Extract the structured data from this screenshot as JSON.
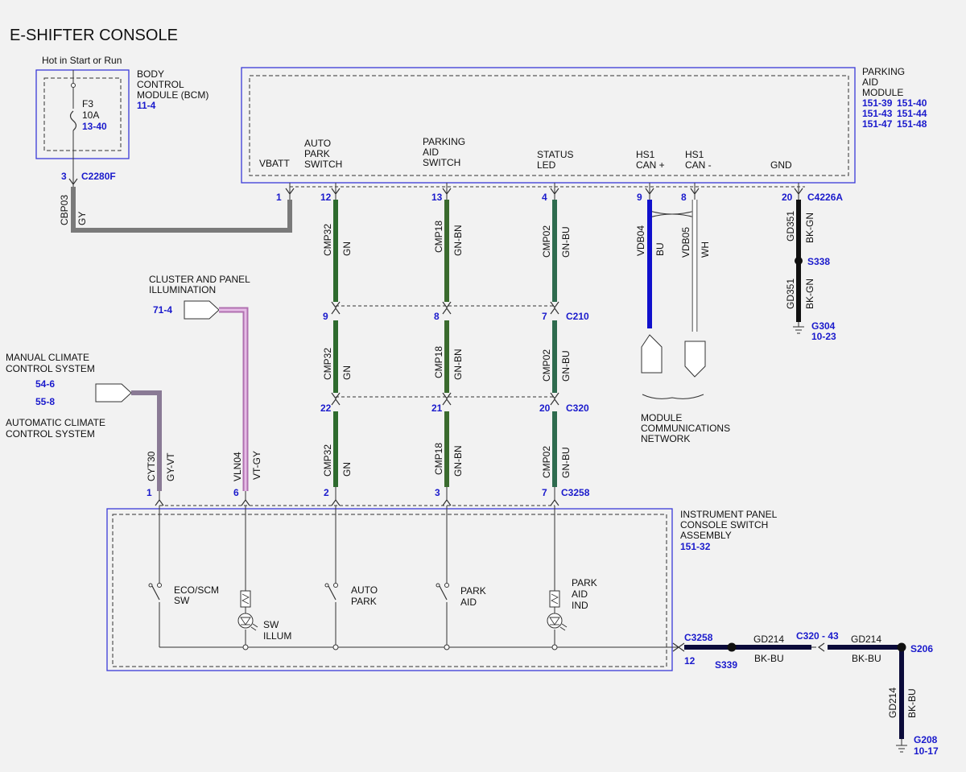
{
  "title": "E-SHIFTER CONSOLE",
  "colors": {
    "box_blue": "#3a3ad8",
    "ref_blue": "#1a1acc",
    "wire_gy": "#7a7a7a",
    "wire_gn": "#2e6b2e",
    "wire_bu": "#1010cc",
    "wire_wh": "#ffffff",
    "wire_bk": "#111111",
    "wire_vt_gy": "#d9a3d9",
    "wire_gy_vt": "#8a7a95",
    "wire_bk_bu": "#0b0b3a"
  },
  "bcm": {
    "hot_label": "Hot in Start or Run",
    "name_lines": [
      "BODY",
      "CONTROL",
      "MODULE (BCM)"
    ],
    "ref": "11-4",
    "fuse": {
      "name": "F3",
      "rating": "10A",
      "ref": "13-40"
    },
    "connector": {
      "pin": "3",
      "name": "C2280F"
    },
    "wire": {
      "circuit": "CBP03",
      "color": "GY"
    }
  },
  "pam": {
    "name_lines": [
      "PARKING",
      "AID",
      "MODULE"
    ],
    "refs": [
      [
        "151-39",
        "151-40"
      ],
      [
        "151-43",
        "151-44"
      ],
      [
        "151-47",
        "151-48"
      ]
    ],
    "connector": "C4226A",
    "pins": [
      {
        "label_lines": [
          "VBATT"
        ],
        "pin": "1"
      },
      {
        "label_lines": [
          "AUTO",
          "PARK",
          "SWITCH"
        ],
        "pin": "12"
      },
      {
        "label_lines": [
          "PARKING",
          "AID",
          "SWITCH"
        ],
        "pin": "13"
      },
      {
        "label_lines": [
          "STATUS",
          "LED"
        ],
        "pin": "4"
      },
      {
        "label_lines": [
          "HS1",
          "CAN +"
        ],
        "pin": "9"
      },
      {
        "label_lines": [
          "HS1",
          "CAN -"
        ],
        "pin": "8"
      },
      {
        "label_lines": [
          "GND"
        ],
        "pin": "20"
      }
    ]
  },
  "gnd_pam": {
    "circuit": "GD351",
    "color": "BK-GN",
    "splice": "S338",
    "ground": "G304",
    "ground_ref": "10-23"
  },
  "can": {
    "wires": [
      {
        "circuit": "VDB04",
        "color": "BU"
      },
      {
        "circuit": "VDB05",
        "color": "WH"
      }
    ],
    "network_lines": [
      "MODULE",
      "COMMUNICATIONS",
      "NETWORK"
    ]
  },
  "inline_connectors": [
    {
      "name": "C210",
      "pins": [
        "9",
        "8",
        "7"
      ]
    },
    {
      "name": "C320",
      "pins": [
        "22",
        "21",
        "20"
      ]
    }
  ],
  "switch_wires": [
    {
      "circuit": "CMP32",
      "color": "GN"
    },
    {
      "circuit": "CMP18",
      "color": "GN-BN"
    },
    {
      "circuit": "CMP02",
      "color": "GN-BU"
    }
  ],
  "cluster": {
    "lines": [
      "CLUSTER AND PANEL",
      "ILLUMINATION"
    ],
    "ref": "71-4",
    "wire": {
      "circuit": "VLN04",
      "color": "VT-GY"
    }
  },
  "climate": {
    "manual_lines": [
      "MANUAL CLIMATE",
      "CONTROL SYSTEM"
    ],
    "manual_ref": "54-6",
    "auto_ref": "55-8",
    "auto_lines": [
      "AUTOMATIC CLIMATE",
      "CONTROL SYSTEM"
    ],
    "wire": {
      "circuit": "CYT30",
      "color": "GY-VT"
    }
  },
  "ipcs": {
    "name_lines": [
      "INSTRUMENT PANEL",
      "CONSOLE SWITCH",
      "ASSEMBLY"
    ],
    "ref": "151-32",
    "connector": "C3258",
    "pins": [
      "1",
      "6",
      "2",
      "3",
      "7"
    ],
    "gnd_pin": "12",
    "components": [
      {
        "lines": [
          "ECO/SCM",
          "SW"
        ]
      },
      {
        "lines": [
          "SW",
          "ILLUM"
        ]
      },
      {
        "lines": [
          "AUTO",
          "PARK"
        ]
      },
      {
        "lines": [
          "PARK",
          "AID"
        ]
      },
      {
        "lines": [
          "PARK",
          "AID",
          "IND"
        ]
      }
    ]
  },
  "ground_path": {
    "connector": "C3258",
    "pin": "12",
    "splice1": "S339",
    "circuit": "GD214",
    "color": "BK-BU",
    "inline": "C320 - 43",
    "splice2": "S206",
    "ground": "G208",
    "ground_ref": "10-17"
  }
}
